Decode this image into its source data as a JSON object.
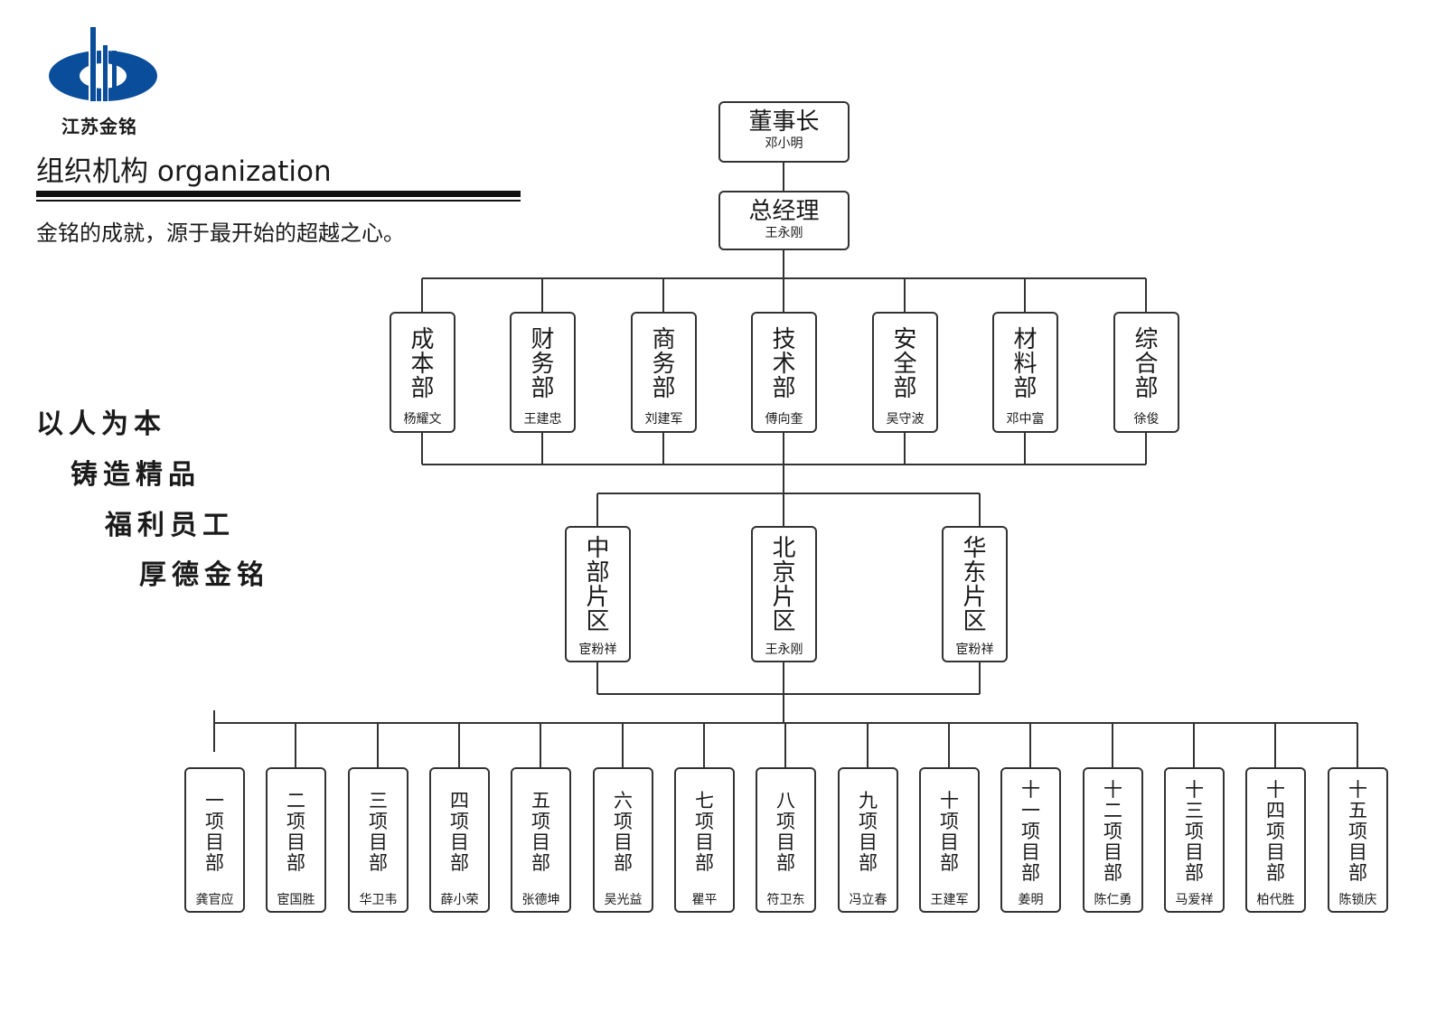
{
  "header": {
    "company": "江苏金铭",
    "title": "组织机构 organization",
    "slogan": "金铭的成就，源于最开始的超越之心。",
    "colors": {
      "logo": "#0a4d9a",
      "line": "#333333"
    }
  },
  "mottos": [
    "以人为本",
    "铸造精品",
    "福利员工",
    "厚德金铭"
  ],
  "org": {
    "chairman": {
      "title": "董事长",
      "name": "邓小明"
    },
    "gm": {
      "title": "总经理",
      "name": "王永刚"
    },
    "departments": [
      {
        "title": "成本部",
        "name": "杨耀文"
      },
      {
        "title": "财务部",
        "name": "王建忠"
      },
      {
        "title": "商务部",
        "name": "刘建军"
      },
      {
        "title": "技术部",
        "name": "傅向奎"
      },
      {
        "title": "安全部",
        "name": "吴守波"
      },
      {
        "title": "材料部",
        "name": "邓中富"
      },
      {
        "title": "综合部",
        "name": "徐俊"
      }
    ],
    "regions": [
      {
        "title": "中部片区",
        "name": "宦粉祥"
      },
      {
        "title": "北京片区",
        "name": "王永刚"
      },
      {
        "title": "华东片区",
        "name": "宦粉祥"
      }
    ],
    "projects": [
      {
        "title": "一项目部",
        "name": "龚官应"
      },
      {
        "title": "二项目部",
        "name": "宦国胜"
      },
      {
        "title": "三项目部",
        "name": "华卫韦"
      },
      {
        "title": "四项目部",
        "name": "薛小荣"
      },
      {
        "title": "五项目部",
        "name": "张德坤"
      },
      {
        "title": "六项目部",
        "name": "吴光益"
      },
      {
        "title": "七项目部",
        "name": "瞿平"
      },
      {
        "title": "八项目部",
        "name": "符卫东"
      },
      {
        "title": "九项目部",
        "name": "冯立春"
      },
      {
        "title": "十项目部",
        "name": "王建军"
      },
      {
        "title": "十一项目部",
        "name": "姜明"
      },
      {
        "title": "十二项目部",
        "name": "陈仁勇"
      },
      {
        "title": "十三项目部",
        "name": "马爱祥"
      },
      {
        "title": "十四项目部",
        "name": "柏代胜"
      },
      {
        "title": "十五项目部",
        "name": "陈锁庆"
      }
    ]
  }
}
